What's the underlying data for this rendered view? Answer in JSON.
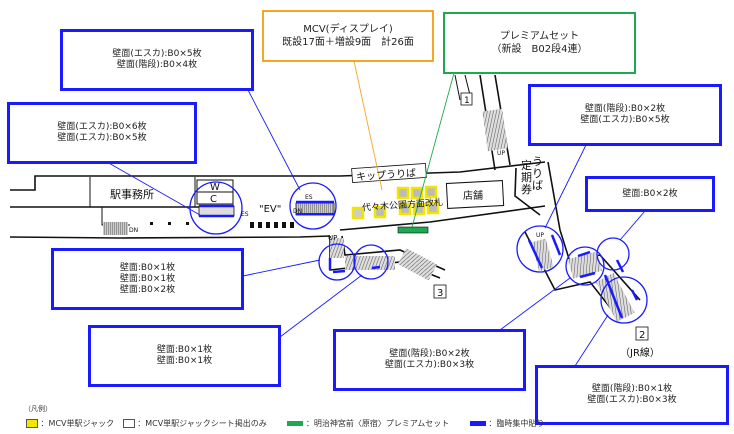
{
  "title": "明治神宮前〈原宿〉駅 掲出位置図",
  "callouts": {
    "top_left": {
      "lines": [
        "壁面(エスカ):B0×5枚",
        "壁面(階段):B0×4枚"
      ]
    },
    "mcv": {
      "lines": [
        "MCV(ディスプレイ)",
        "既設17面＋増設9面　計26面"
      ]
    },
    "premium": {
      "lines": [
        "プレミアムセット",
        "（新設　B02段4連）"
      ]
    },
    "left_mid": {
      "lines": [
        "壁面(エスカ):B0×6枚",
        "壁面(エスカ):B0×5枚"
      ]
    },
    "right_top": {
      "lines": [
        "壁面(階段):B0×2枚",
        "壁面(エスカ):B0×5枚"
      ]
    },
    "right_small": {
      "lines": [
        "壁面:B0×2枚"
      ]
    },
    "left_lower": {
      "lines": [
        "壁面:B0×1枚",
        "壁面:B0×1枚",
        "壁面:B0×2枚"
      ]
    },
    "bottom_left": {
      "lines": [
        "壁面:B0×1枚",
        "壁面:B0×1枚"
      ]
    },
    "bottom_center": {
      "lines": [
        "壁面(階段):B0×2枚",
        "壁面(エスカ):B0×3枚"
      ]
    },
    "bottom_right": {
      "lines": [
        "壁面(階段):B0×1枚",
        "壁面(エスカ):B0×3枚"
      ]
    }
  },
  "map_labels": {
    "station_office": "駅事務所",
    "ticket_area": "キップうりば",
    "gate": "代々木公園方面改札",
    "shop": "店舗",
    "commuter_pass": "定期券うりば",
    "ev": "\"EV\"",
    "wc_w": "W",
    "wc_c": "C",
    "es": "ES",
    "dn": "DN",
    "up": "UP",
    "exit_1": "1",
    "exit_2": "2",
    "exit_3": "3",
    "jr_line": "（JR線）"
  },
  "legend": {
    "heading": "（凡例）",
    "items": [
      {
        "label": "：MCV単駅ジャック",
        "color": "#f2e600"
      },
      {
        "label": "：MCV単駅ジャックシート掲出のみ",
        "color": "#ffffff"
      },
      {
        "label": "：明治神宮前〈原宿〉プレミアムセット",
        "color": "#1fa84f"
      },
      {
        "label": "：臨時集中貼り",
        "color": "#1a1aff"
      }
    ]
  },
  "colors": {
    "temporary_blue": "#1a1aff",
    "premium_green": "#1fa84f",
    "mcv_orange": "#f5a623",
    "mcv_yellow": "#f2e600"
  }
}
